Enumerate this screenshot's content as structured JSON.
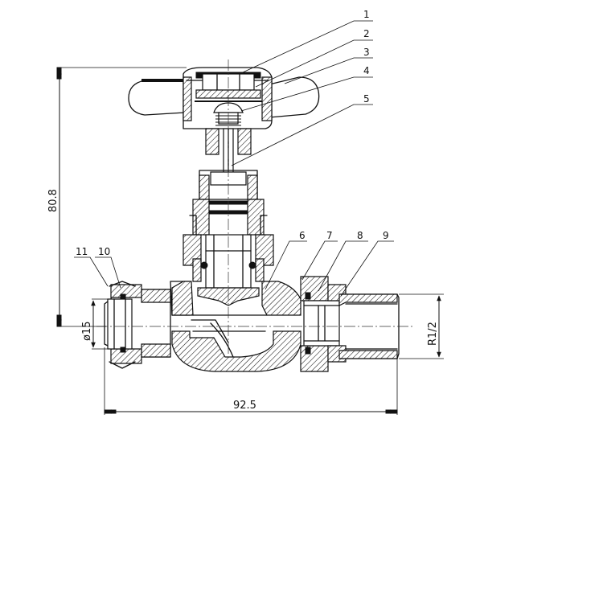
{
  "drawing": {
    "part_numbers": [
      "1",
      "2",
      "3",
      "4",
      "5",
      "6",
      "7",
      "8",
      "9",
      "10",
      "11"
    ],
    "dimensions": {
      "height": "80.8",
      "length": "92.5",
      "pipe_diameter": "ø15",
      "thread": "R1/2"
    }
  }
}
